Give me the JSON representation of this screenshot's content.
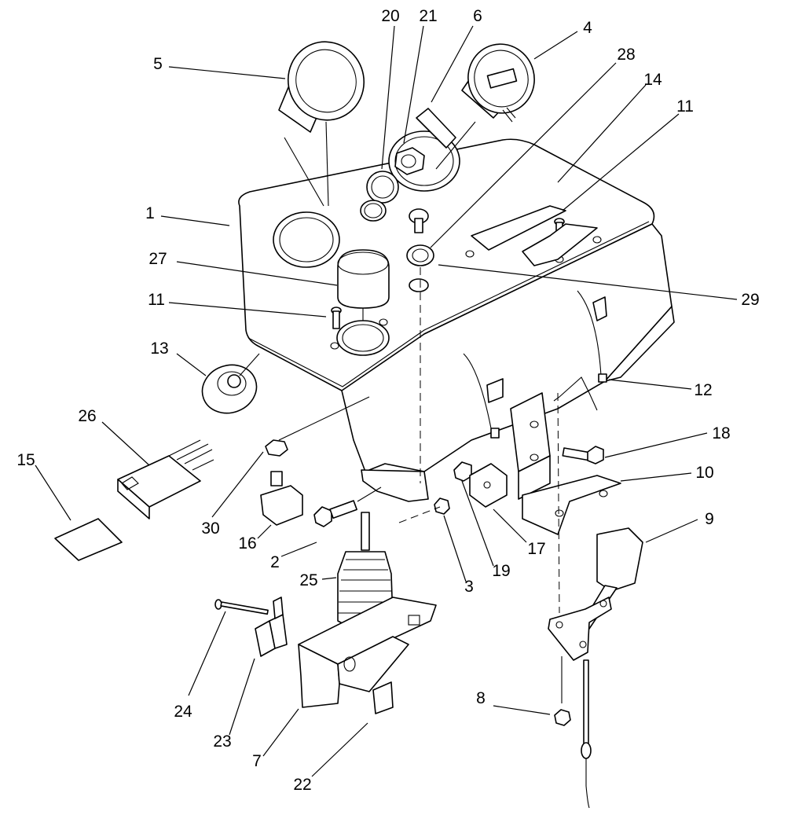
{
  "diagram": {
    "callouts": [
      {
        "id": "c20",
        "text": "20"
      },
      {
        "id": "c21",
        "text": "21"
      },
      {
        "id": "c6",
        "text": "6"
      },
      {
        "id": "c4",
        "text": "4"
      },
      {
        "id": "c5",
        "text": "5"
      },
      {
        "id": "c28",
        "text": "28"
      },
      {
        "id": "c14",
        "text": "14"
      },
      {
        "id": "c11a",
        "text": "11"
      },
      {
        "id": "c1",
        "text": "1"
      },
      {
        "id": "c27",
        "text": "27"
      },
      {
        "id": "c29",
        "text": "29"
      },
      {
        "id": "c11b",
        "text": "11"
      },
      {
        "id": "c13",
        "text": "13"
      },
      {
        "id": "c12",
        "text": "12"
      },
      {
        "id": "c26",
        "text": "26"
      },
      {
        "id": "c18",
        "text": "18"
      },
      {
        "id": "c15",
        "text": "15"
      },
      {
        "id": "c10",
        "text": "10"
      },
      {
        "id": "c30",
        "text": "30"
      },
      {
        "id": "c9",
        "text": "9"
      },
      {
        "id": "c17",
        "text": "17"
      },
      {
        "id": "c16",
        "text": "16"
      },
      {
        "id": "c2",
        "text": "2"
      },
      {
        "id": "c19",
        "text": "19"
      },
      {
        "id": "c25",
        "text": "25"
      },
      {
        "id": "c3",
        "text": "3"
      },
      {
        "id": "c24",
        "text": "24"
      },
      {
        "id": "c8",
        "text": "8"
      },
      {
        "id": "c23",
        "text": "23"
      },
      {
        "id": "c7",
        "text": "7"
      },
      {
        "id": "c22",
        "text": "22"
      }
    ]
  }
}
